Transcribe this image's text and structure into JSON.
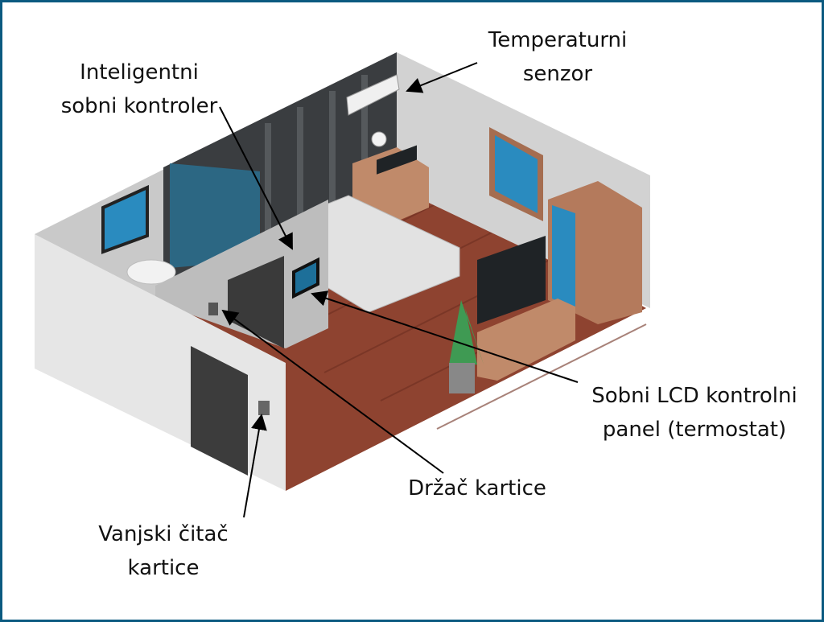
{
  "labels": {
    "controller": [
      "Inteligentni",
      "sobni kontroler"
    ],
    "temp_sensor": [
      "Temperaturni",
      "senzor"
    ],
    "lcd_panel": [
      "Sobni LCD kontrolni",
      "panel (termostat)"
    ],
    "card_holder": [
      "Držač kartice"
    ],
    "card_reader": [
      "Vanjski čitač",
      "kartice"
    ]
  },
  "colors": {
    "border": "#0b5a80",
    "floor": "#8e4330",
    "wall_light": "#e6e6e6",
    "wall_right": "#d2d2d2",
    "wall_dark": "#3a3d40",
    "arrow": "#000000"
  }
}
